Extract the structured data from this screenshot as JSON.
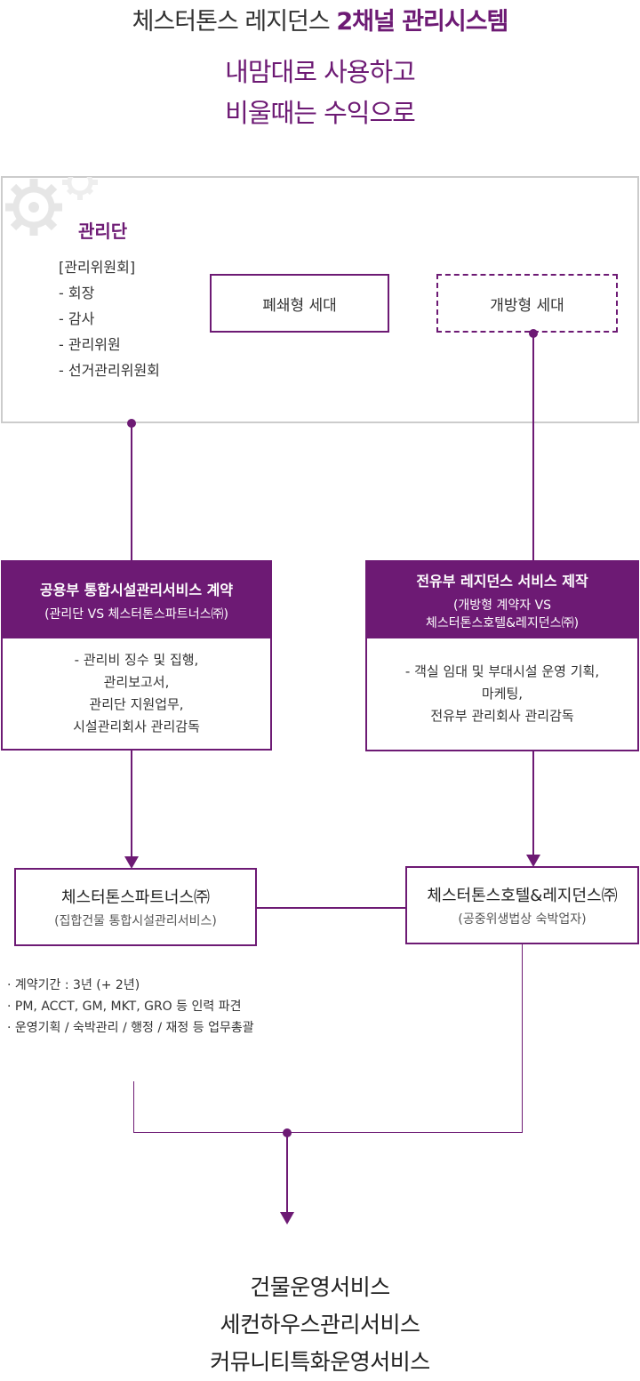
{
  "header": {
    "title_normal": "체스터톤스 레지던스 ",
    "title_highlight": "2채널 관리시스템",
    "subtitle_line1": "내맘대로 사용하고",
    "subtitle_line2": "비울때는 수익으로"
  },
  "management": {
    "title": "관리단",
    "items": [
      "[관리위원회]",
      "- 회장",
      "- 감사",
      "- 관리위원",
      "- 선거관리위원회"
    ],
    "closed_household": "폐쇄형 세대",
    "open_household": "개방형 세대"
  },
  "contracts": {
    "left": {
      "title": "공용부 통합시설관리서비스 계약",
      "subtitle": "(관리단 VS 체스터톤스파트너스㈜)",
      "details": [
        "- 관리비 징수 및 집행,",
        "관리보고서,",
        "관리단 지원업무,",
        "시설관리회사 관리감독"
      ]
    },
    "right": {
      "title": "전유부 레지던스 서비스 제작",
      "subtitle_line1": "(개방형 계약자 VS",
      "subtitle_line2": "체스터톤스호텔&레지던스㈜)",
      "details": [
        "- 객실 임대 및 부대시설 운영 기획,",
        "마케팅,",
        "전유부 관리회사 관리감독"
      ]
    }
  },
  "companies": {
    "left": {
      "name": "체스터톤스파트너스㈜",
      "desc": "(집합건물 통합시설관리서비스)"
    },
    "right": {
      "name": "체스터톤스호텔&레지던스㈜",
      "desc": "(공중위생법상 숙박업자)"
    }
  },
  "notes": [
    "· 계약기간 : 3년 (+ 2년)",
    "· PM, ACCT, GM, MKT, GRO 등 인력 파견",
    "· 운영기획 / 숙박관리 / 행정 / 재정 등 업무총괄"
  ],
  "services": [
    "건물운영서비스",
    "세컨하우스관리서비스",
    "커뮤니티특화운영서비스"
  ],
  "colors": {
    "accent": "#6d1a74",
    "box_border": "#cccccc",
    "gear": "#e8e8e8"
  }
}
